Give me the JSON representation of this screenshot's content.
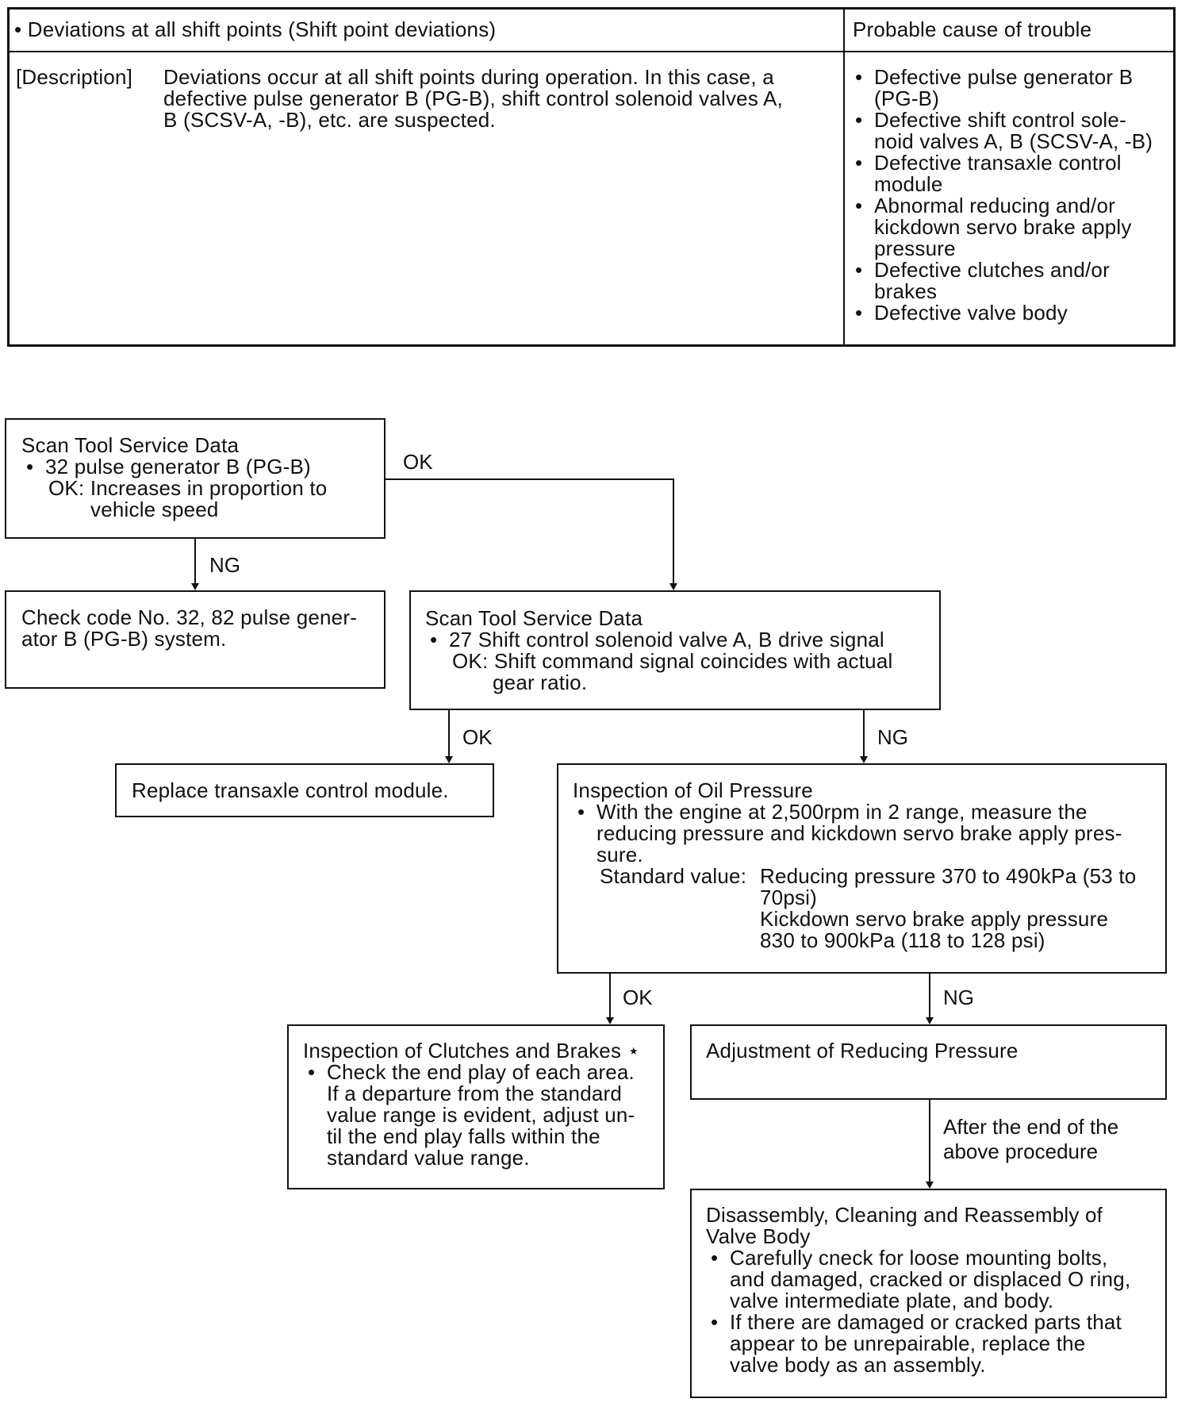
{
  "table": {
    "header_left": "Deviations at all shift points (Shift point deviations)",
    "header_right": "Probable cause of trouble",
    "description_label": "[Description]",
    "description_lines": [
      "Deviations occur at all shift points during operation.  In this case, a",
      "defective pulse generator B (PG-B), shift control solenoid valves A,",
      "B (SCSV-A, -B), etc. are suspected."
    ],
    "causes": [
      [
        "Defective pulse generator B",
        "(PG-B)"
      ],
      [
        "Defective shift control sole-",
        "noid valves A, B (SCSV-A, -B)"
      ],
      [
        "Defective transaxle control",
        "module"
      ],
      [
        "Abnormal reducing and/or",
        "kickdown servo brake apply",
        "pressure"
      ],
      [
        "Defective clutches and/or",
        "brakes"
      ],
      [
        "Defective valve body"
      ]
    ]
  },
  "flow": {
    "box1": {
      "title": "Scan Tool Service Data",
      "bullet": "32 pulse generator B (PG-B)",
      "ok_line1": "OK: Increases in proportion to",
      "ok_line2": "vehicle speed"
    },
    "box2": {
      "line1": "Check code No. 32, 82 pulse gener-",
      "line2": "ator B (PG-B) system."
    },
    "box3": {
      "title": "Scan Tool Service Data",
      "bullet": "27  Shift control solenoid valve A, B drive signal",
      "ok_line1": "OK: Shift command signal coincides with actual",
      "ok_line2": "gear ratio."
    },
    "box4": {
      "text": "Replace transaxle control module."
    },
    "box5": {
      "title": "Inspection of Oil Pressure",
      "bullet_lines": [
        "With the engine at 2,500rpm in 2 range, measure the",
        "reducing pressure and kickdown servo brake apply pres-",
        "sure."
      ],
      "std_label": "Standard value:",
      "std_lines": [
        "Reducing pressure 370 to 490kPa (53 to",
        "70psi)",
        "Kickdown servo brake apply pressure",
        "830 to 900kPa (118 to 128 psi)"
      ]
    },
    "box6": {
      "title": "Inspection of Clutches and Brakes ⋆",
      "bullet_lines": [
        "Check the end play of each area.",
        "If a departure from the standard",
        "value range is evident, adjust un-",
        "til the end play falls within the",
        "standard value range."
      ]
    },
    "box7": {
      "text": "Adjustment of Reducing Pressure"
    },
    "box8": {
      "title_lines": [
        "Disassembly, Cleaning and Reassembly of",
        "Valve Body"
      ],
      "bullets": [
        [
          "Carefully cneck for loose mounting bolts,",
          "and damaged, cracked or displaced O ring,",
          "valve intermediate plate, and body."
        ],
        [
          "If there are damaged or cracked parts that",
          "appear to be unrepairable, replace the",
          "valve body as an assembly."
        ]
      ]
    },
    "labels": {
      "ok": "OK",
      "ng": "NG",
      "after_line1": "After the end of the",
      "after_line2": "above procedure"
    }
  }
}
